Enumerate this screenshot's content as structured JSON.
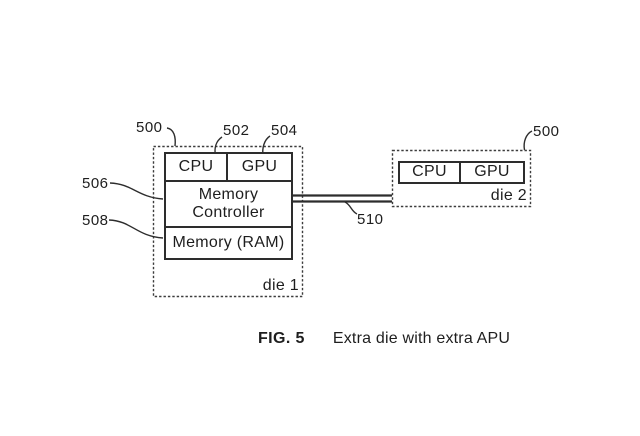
{
  "figure": {
    "label": "FIG. 5",
    "caption": "Extra die with extra APU"
  },
  "die1": {
    "name": "die 1",
    "ref": "500",
    "blocks": {
      "cpu": {
        "label": "CPU",
        "ref": "502"
      },
      "gpu": {
        "label": "GPU",
        "ref": "504"
      },
      "memory_controller": {
        "label": "Memory Controller",
        "ref": "506"
      },
      "memory_ram": {
        "label": "Memory (RAM)",
        "ref": "508"
      }
    }
  },
  "die2": {
    "name": "die 2",
    "ref": "500",
    "blocks": {
      "cpu": {
        "label": "CPU"
      },
      "gpu": {
        "label": "GPU"
      }
    }
  },
  "interconnect": {
    "ref": "510"
  },
  "colors": {
    "line": "#2d2d2d",
    "dashed_line": "#3c3c3c",
    "text": "#1e1e1e",
    "background": "#ffffff"
  }
}
